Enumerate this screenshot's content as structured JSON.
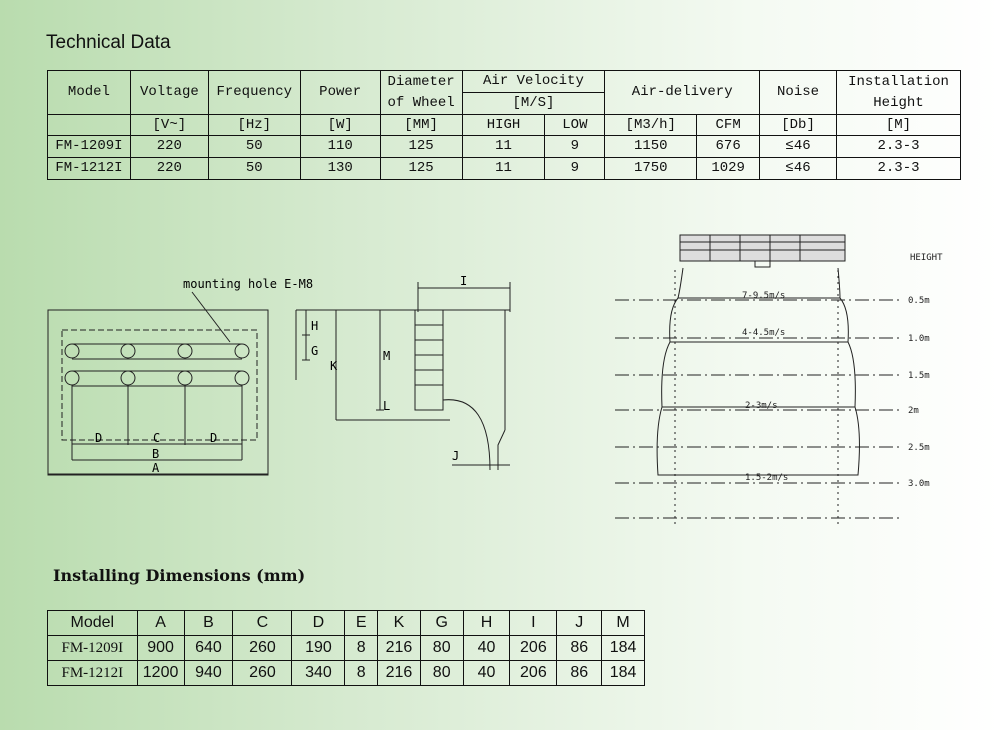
{
  "technical": {
    "title": "Technical Data",
    "headers": {
      "model": "Model",
      "voltage": "Voltage",
      "frequency": "Frequency",
      "power": "Power",
      "diameter_l1": "Diameter",
      "diameter_l2": "of Wheel",
      "air_velocity": "Air Velocity",
      "air_velocity_unit": "[M/S]",
      "air_delivery": "Air-delivery",
      "noise": "Noise",
      "install_l1": "Installation",
      "install_l2": "Height"
    },
    "units": {
      "voltage": "[V~]",
      "frequency": "[Hz]",
      "power": "[W]",
      "diameter": "[MM]",
      "high": "HIGH",
      "low": "LOW",
      "m3h": "[M3/h]",
      "cfm": "CFM",
      "noise": "[Db]",
      "height": "[M]"
    },
    "rows": [
      {
        "model": "FM-1209I",
        "voltage": "220",
        "frequency": "50",
        "power": "110",
        "diameter": "125",
        "high": "11",
        "low": "9",
        "m3h": "1150",
        "cfm": "676",
        "noise": "≤46",
        "height": "2.3-3"
      },
      {
        "model": "FM-1212I",
        "voltage": "220",
        "frequency": "50",
        "power": "130",
        "diameter": "125",
        "high": "11",
        "low": "9",
        "m3h": "1750",
        "cfm": "1029",
        "noise": "≤46",
        "height": "2.3-3"
      }
    ]
  },
  "drawing": {
    "mounting_hole": "mounting hole E-M8",
    "labels": {
      "D": "D",
      "C": "C",
      "B": "B",
      "A": "A",
      "H": "H",
      "G": "G",
      "K": "K",
      "M": "M",
      "L": "L",
      "I": "I",
      "J": "J"
    }
  },
  "velocity": {
    "height_label": "HEIGHT",
    "zones": [
      "7-9.5m/s",
      "4-4.5m/s",
      "2-3m/s",
      "1.5-2m/s"
    ],
    "heights": [
      "0.5m",
      "1.0m",
      "1.5m",
      "2m",
      "2.5m",
      "3.0m"
    ]
  },
  "installing": {
    "title": "Installing Dimensions (mm)",
    "headers": [
      "Model",
      "A",
      "B",
      "C",
      "D",
      "E",
      "K",
      "G",
      "H",
      "I",
      "J",
      "M"
    ],
    "rows": [
      [
        "FM-1209I",
        "900",
        "640",
        "260",
        "190",
        "8",
        "216",
        "80",
        "40",
        "206",
        "86",
        "184"
      ],
      [
        "FM-1212I",
        "1200",
        "940",
        "260",
        "340",
        "8",
        "216",
        "80",
        "40",
        "206",
        "86",
        "184"
      ]
    ]
  }
}
